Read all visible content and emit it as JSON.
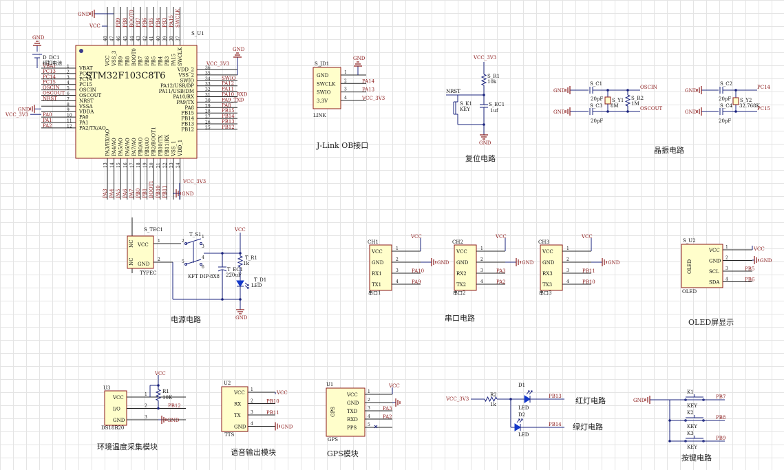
{
  "mcu": {
    "ref": "S_U1",
    "part": "STM32F103C8T6",
    "left_pins": [
      {
        "num": "1",
        "name": "VBAT"
      },
      {
        "num": "2",
        "name": "PC13"
      },
      {
        "num": "3",
        "name": "PC14"
      },
      {
        "num": "4",
        "name": "PC15"
      },
      {
        "num": "5",
        "name": "OSCIN"
      },
      {
        "num": "6",
        "name": "OSCOUT"
      },
      {
        "num": "7",
        "name": "NRST"
      },
      {
        "num": "8",
        "name": "VSSA"
      },
      {
        "num": "9",
        "name": "VDDA"
      },
      {
        "num": "10",
        "name": "PA0"
      },
      {
        "num": "11",
        "name": "PA1"
      },
      {
        "num": "12",
        "name": "PA2/TX/AO"
      }
    ],
    "left_nets": [
      "VBAT",
      "PC13",
      "PC14",
      "PC15",
      "OSCIN",
      "OSCOUT",
      "NRST",
      "GND",
      "VCC_3V3",
      "PA0",
      "PA1",
      "PA2"
    ],
    "right_pins": [
      {
        "num": "36",
        "name": "VDD_2"
      },
      {
        "num": "35",
        "name": "VSS_2"
      },
      {
        "num": "34",
        "name": "SWIO"
      },
      {
        "num": "33",
        "name": "PA12/USB/DP"
      },
      {
        "num": "32",
        "name": "PA11/USB/DM"
      },
      {
        "num": "31",
        "name": "PA10/RX"
      },
      {
        "num": "30",
        "name": "PA9/TX"
      },
      {
        "num": "29",
        "name": "PA8"
      },
      {
        "num": "28",
        "name": "PB15"
      },
      {
        "num": "27",
        "name": "PB14"
      },
      {
        "num": "26",
        "name": "PB13"
      },
      {
        "num": "25",
        "name": "PB12"
      }
    ],
    "right_nets": [
      "VCC_3V3",
      "",
      "SWIO",
      "PA12",
      "PA11",
      "PA10_RXD",
      "PA9_TXD",
      "PA8",
      "PB15",
      "PB14",
      "PB13",
      "PB12"
    ],
    "top_pins": [
      {
        "num": "48",
        "name": "VCC"
      },
      {
        "num": "47",
        "name": "VSS_3"
      },
      {
        "num": "46",
        "name": "PB9"
      },
      {
        "num": "45",
        "name": "PB8"
      },
      {
        "num": "44",
        "name": "BOOT0"
      },
      {
        "num": "43",
        "name": "PB7"
      },
      {
        "num": "42",
        "name": "PB6"
      },
      {
        "num": "41",
        "name": "PB5"
      },
      {
        "num": "40",
        "name": "PB4"
      },
      {
        "num": "39",
        "name": "PB3"
      },
      {
        "num": "38",
        "name": "PA15"
      },
      {
        "num": "37",
        "name": "SWCLK"
      }
    ],
    "top_nets": [
      "",
      "",
      "PB9",
      "PB8",
      "BOOT0",
      "PB7",
      "PB6",
      "PB5",
      "PB4",
      "PB3",
      "PA15",
      "SWCLK"
    ],
    "bottom_pins": [
      {
        "num": "13",
        "name": "PA3/RX/AO"
      },
      {
        "num": "14",
        "name": "PA4/AO"
      },
      {
        "num": "15",
        "name": "PA5/AO"
      },
      {
        "num": "16",
        "name": "PA6/AO"
      },
      {
        "num": "17",
        "name": "PA7/AO"
      },
      {
        "num": "18",
        "name": "PB0/AO"
      },
      {
        "num": "19",
        "name": "PB1/AO"
      },
      {
        "num": "20",
        "name": "PB2/BOOT1"
      },
      {
        "num": "21",
        "name": "PB10/TX"
      },
      {
        "num": "22",
        "name": "PB11/RX"
      },
      {
        "num": "23",
        "name": "VSS_1"
      },
      {
        "num": "24",
        "name": "VDD_1"
      }
    ],
    "bottom_nets": [
      "PA3",
      "PA4",
      "PA5",
      "PA6",
      "PA7",
      "PB0",
      "PB1",
      "BOOT1",
      "PB10",
      "PB11",
      "",
      ""
    ],
    "gnd": "GND",
    "vcc": "VCC",
    "vcc3v3": "VCC_3V3",
    "battery_ref": "D_DC1",
    "battery_name": "纽扣电池"
  },
  "jlink": {
    "ref": "S_JD1",
    "part": "LINK",
    "pins": [
      "GND",
      "SWCLK",
      "SWIO",
      "3.3V"
    ],
    "nets": [
      "",
      "PA14",
      "PA13",
      "VCC_3V3"
    ],
    "gnd": "GND",
    "caption": "J-Link OB接口"
  },
  "reset": {
    "vcc": "VCC_3V3",
    "r_ref": "S_R1",
    "r_val": "10k",
    "net": "NRST",
    "key_ref": "S_K1",
    "key_label": "KEY",
    "c_ref": "S_EC1",
    "c_val": "1uf",
    "gnd": "GND",
    "caption": "复位电路"
  },
  "crystal": {
    "gnd": "GND",
    "c1_ref": "S_C1",
    "c1_val": "20pF",
    "c3_ref": "S_C3",
    "c3_val": "20pF",
    "y1_ref": "S_Y1",
    "y1_val": "8M",
    "r2_ref": "S_R2",
    "r2_val": "1M",
    "oscin": "OSCIN",
    "oscout": "OSCOUT",
    "c2_ref": "S_C2",
    "c2_val": "20pF",
    "c4_ref": "S_C4",
    "c4_val": "20pF",
    "y2_ref": "S_Y2",
    "y2_val": "32.768K",
    "pc14": "PC14",
    "pc15": "PC15",
    "caption": "晶振电路"
  },
  "power": {
    "ref": "S_TEC1",
    "part": "TYPEC",
    "pins": [
      {
        "num": "1",
        "name": "VCC"
      },
      {
        "num": "2",
        "name": "GND"
      }
    ],
    "nc": "NC",
    "sw_ref": "T_S1",
    "sw_part": "KFT DIP-8X8",
    "sw_nums": [
      "2",
      "1",
      "3",
      "5",
      "4",
      "6"
    ],
    "vcc": "VCC",
    "r_ref": "T_R1",
    "r_val": "1k",
    "c_ref": "T_EC1",
    "c_val": "220uF",
    "led_ref": "T_D1",
    "led_label": "LED",
    "gnd": "GND",
    "caption": "电源电路"
  },
  "serial": {
    "ports": [
      {
        "ref": "CH1",
        "pins": [
          "VCC",
          "GND",
          "RX1",
          "TX1"
        ],
        "nets": [
          "VCC",
          "GND",
          "PA10",
          "PA9"
        ],
        "name": "串口1"
      },
      {
        "ref": "CH2",
        "pins": [
          "VCC",
          "GND",
          "RX2",
          "TX2"
        ],
        "nets": [
          "VCC",
          "GND",
          "PA3",
          "PA2"
        ],
        "name": "串口2"
      },
      {
        "ref": "CH3",
        "pins": [
          "VCC",
          "GND",
          "RX3",
          "TX3"
        ],
        "nets": [
          "VCC",
          "GND",
          "PB11",
          "PB10"
        ],
        "name": "串口3"
      }
    ],
    "caption": "串口电路"
  },
  "oled": {
    "ref": "S_U2",
    "part": "OLED",
    "body_label": "OLED",
    "pins": [
      "VCC",
      "GND",
      "SCL",
      "SDA"
    ],
    "nets": [
      "VCC",
      "GND",
      "PB5",
      "PB6"
    ],
    "caption": "OLED屏显示"
  },
  "ds18b20": {
    "ref": "U3",
    "part": "DS18B20",
    "pins": [
      "VCC",
      "I/O",
      "GND"
    ],
    "vcc": "VCC",
    "r_ref": "R1",
    "r_val": "10K",
    "net": "PB12",
    "gnd": "GND",
    "caption": "环境温度采集模块"
  },
  "tts": {
    "ref": "U2",
    "part": "TTS",
    "pins": [
      "VCC",
      "RX",
      "TX",
      "GND"
    ],
    "nets": [
      "VCC",
      "PB10",
      "PB11",
      "GND"
    ],
    "caption": "语音输出模块"
  },
  "gps": {
    "ref": "U1",
    "part": "GPS",
    "body_label": "GPS",
    "pins": [
      "VCC",
      "GND",
      "TXD",
      "RXD",
      "PPS"
    ],
    "nets": [
      "VCC",
      "",
      "PA3",
      "PA2",
      ""
    ],
    "caption": "GPS模块"
  },
  "leds": {
    "vcc": "VCC_3V3",
    "r_ref": "R2",
    "r_val": "1k",
    "d1_ref": "D1",
    "d1_label": "LED",
    "d1_net": "PB13",
    "d2_ref": "D2",
    "d2_label": "LED",
    "d2_net": "PB14",
    "red_caption": "红灯电路",
    "green_caption": "绿灯电路"
  },
  "keys": {
    "gnd": "GND",
    "keys": [
      {
        "ref": "K1",
        "label": "KEY",
        "net": "PB7"
      },
      {
        "ref": "K2",
        "label": "KEY",
        "net": "PB8"
      },
      {
        "ref": "K3",
        "label": "KEY",
        "net": "PB9"
      }
    ],
    "caption": "按键电路"
  },
  "colors": {
    "wire": "#1a237e",
    "body_fill": "#fffecb",
    "body_stroke": "#8b1a1a",
    "led": "#1438c8"
  }
}
